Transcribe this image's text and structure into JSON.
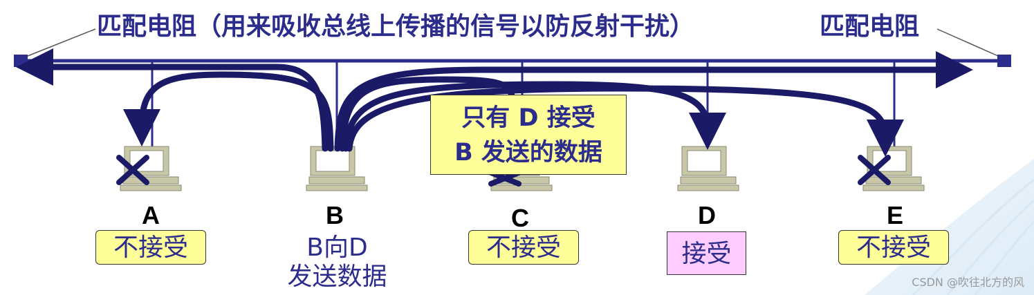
{
  "title": {
    "left": "匹配电阻（用来吸收总线上传播的信号以防反射干扰）",
    "right": "匹配电阻"
  },
  "stations": [
    {
      "name": "A",
      "status": "不接受"
    },
    {
      "name": "B",
      "status_line1": "B向D",
      "status_line2": "发送数据"
    },
    {
      "name": "C",
      "status": "不接受"
    },
    {
      "name": "D",
      "status": "接受"
    },
    {
      "name": "E",
      "status": "不接受"
    }
  ],
  "callout": {
    "line1": "只有 D 接受",
    "line2": "B 发送的数据"
  },
  "watermark": "CSDN @吹往北方的风",
  "colors": {
    "bus": "#2c2c8c",
    "arrow": "#1a1a66",
    "reject_bg": "#ffff99",
    "accept_bg": "#ffccff",
    "cross": "#1a1a66"
  }
}
